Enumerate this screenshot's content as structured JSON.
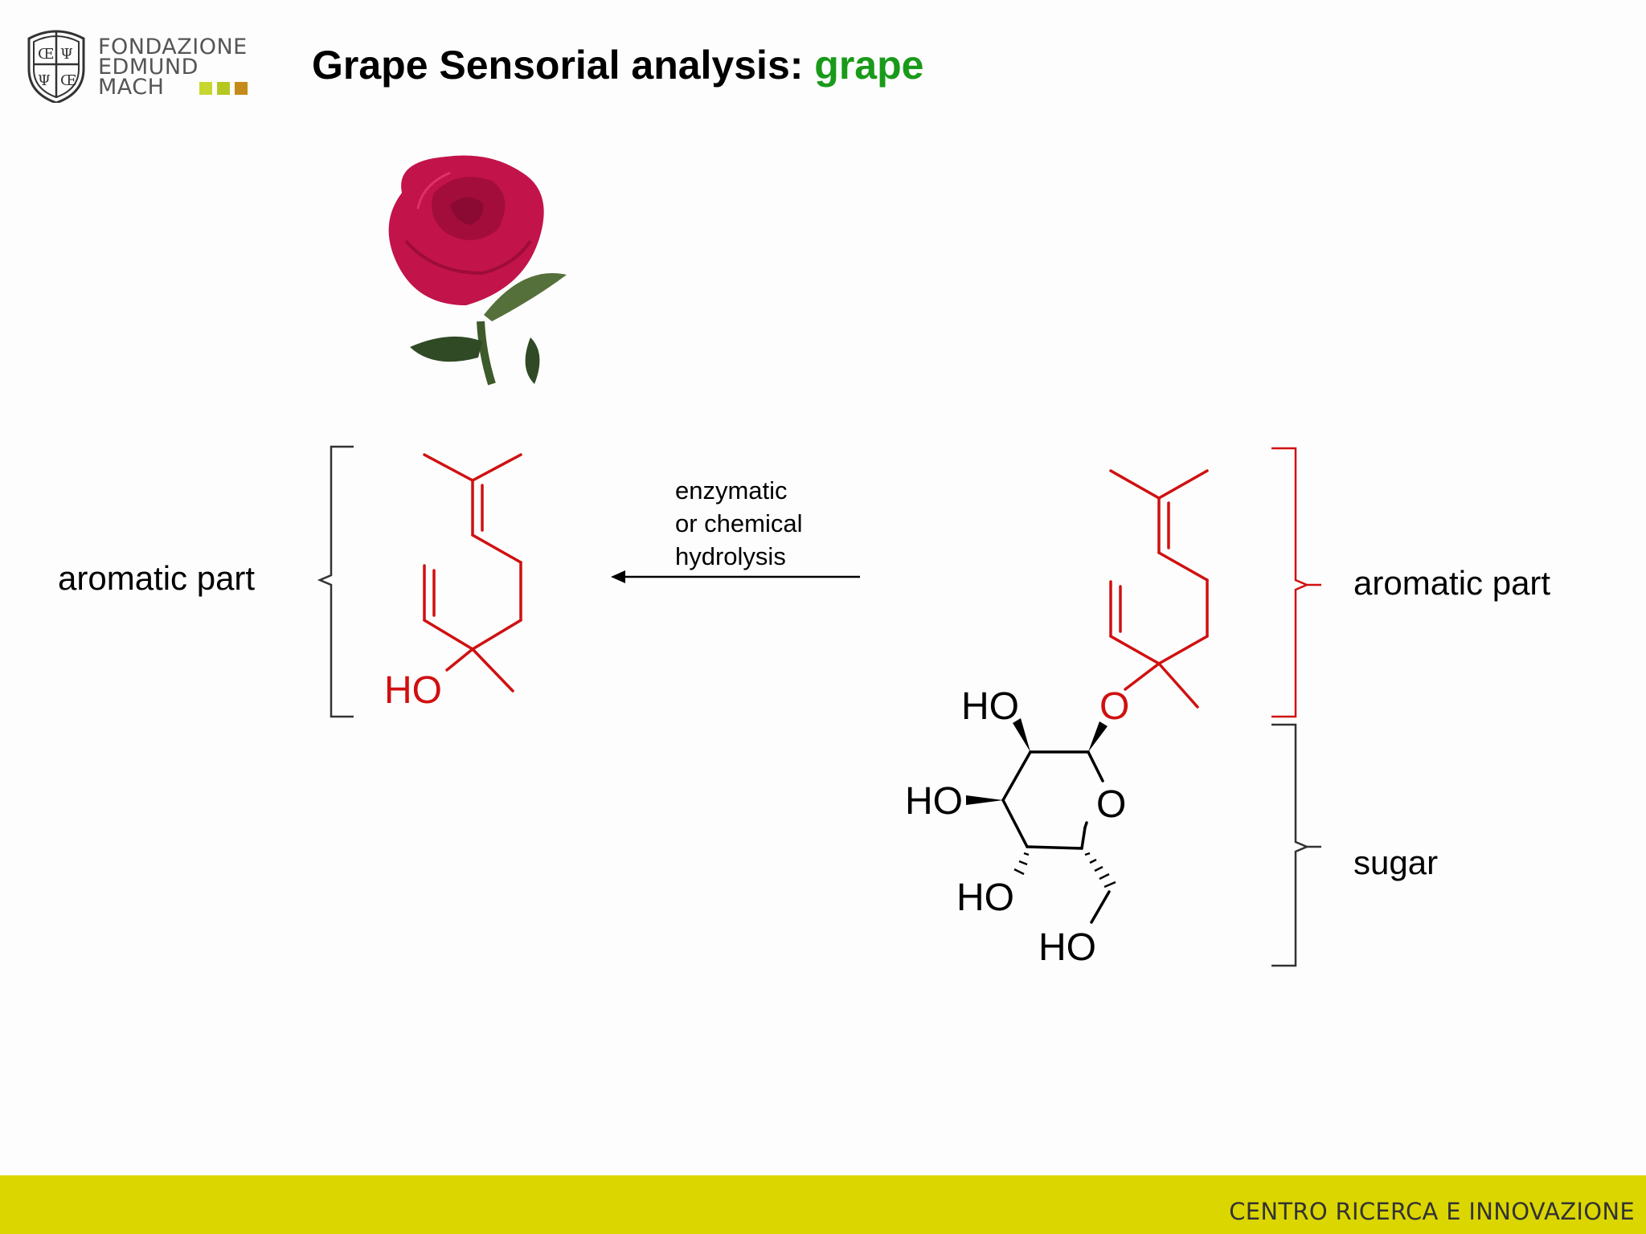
{
  "header": {
    "logo_lines": [
      "FONDAZIONE",
      "EDMUND",
      "MACH"
    ],
    "title_prefix": "Grape Sensorial analysis: ",
    "title_highlight": "grape",
    "highlight_color": "#1a9a1a"
  },
  "diagram": {
    "left_label": "aromatic part",
    "arrow_label_lines": [
      "enzymatic",
      "or chemical",
      "hydrolysis"
    ],
    "right_label_aromatic": "aromatic part",
    "right_label_sugar": "sugar",
    "linalool_hydroxyl": "HO",
    "glycoside_oxygen": "O",
    "ring_oxygen": "O",
    "hydroxyls": [
      "HO",
      "HO",
      "HO",
      "HO"
    ],
    "aglycone_color": "#d01010"
  },
  "footer": {
    "text": "CENTRO RICERCA E INNOVAZIONE",
    "bar_color": "#dcd600"
  }
}
